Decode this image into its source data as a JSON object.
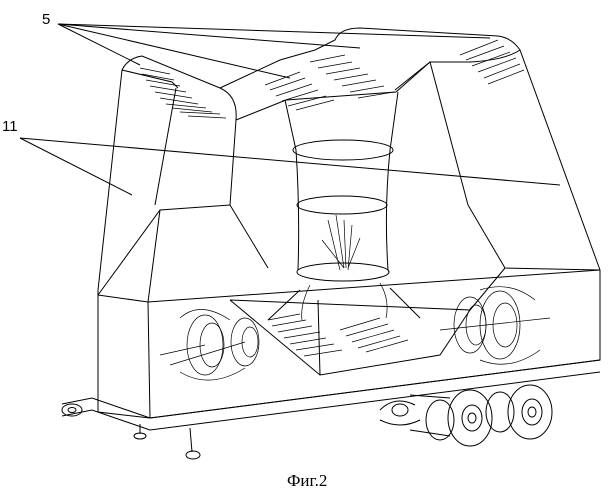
{
  "figure": {
    "callouts": [
      "5",
      "11"
    ],
    "caption": "Фиг.2"
  }
}
